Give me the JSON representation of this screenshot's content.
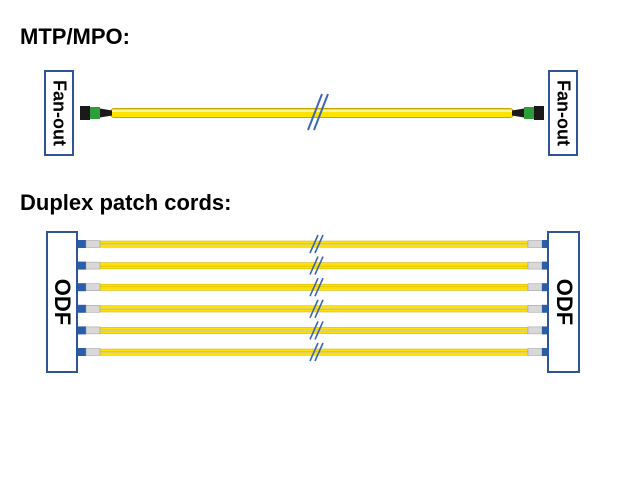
{
  "sections": {
    "mtp_heading": "MTP/MPO:",
    "duplex_heading": "Duplex patch cords:"
  },
  "boxes": {
    "fanout_left": "Fan-out",
    "fanout_right": "Fan-out",
    "odf_left": "ODF",
    "odf_right": "ODF"
  },
  "colors": {
    "box_border": "#2f5597",
    "cable_yellow": "#ffe400",
    "cable_edge": "#c8a800",
    "mpo_connector": "#1a1a1a",
    "mpo_boot": "#2e9e3a",
    "lc_connector": "#2a5ea8",
    "lc_ferrule": "#d8d8d8",
    "break_mark": "#3b66b0"
  },
  "duplex_cord_count": 6
}
